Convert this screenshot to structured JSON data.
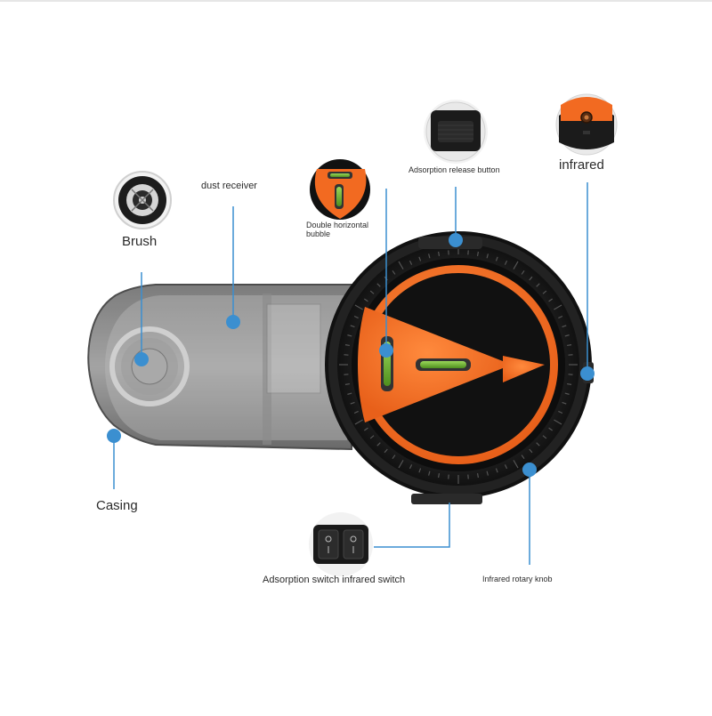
{
  "labels": {
    "brush": "Brush",
    "dust_receiver": "dust receiver",
    "double_horizontal_bubble": "Double horizontal bubble",
    "adsorption_release_button": "Adsorption release button",
    "infrared": "infrared",
    "casing": "Casing",
    "adsorption_switch_infrared_switch": "Adsorption switch infrared switch",
    "infrared_rotary_knob": "Infrared rotary knob"
  },
  "colors": {
    "accent": "#f26a21",
    "callout": "#3b8fd0",
    "body_dark": "#1a1a1a",
    "casing_translucent": "#7a7a7a",
    "bubble_green": "#7cc242"
  },
  "icons": {
    "brush": "brush-icon",
    "bubble": "bubble-level-icon",
    "release_button": "release-button-icon",
    "infrared": "infrared-emitter-icon",
    "switch": "rocker-switch-icon"
  }
}
